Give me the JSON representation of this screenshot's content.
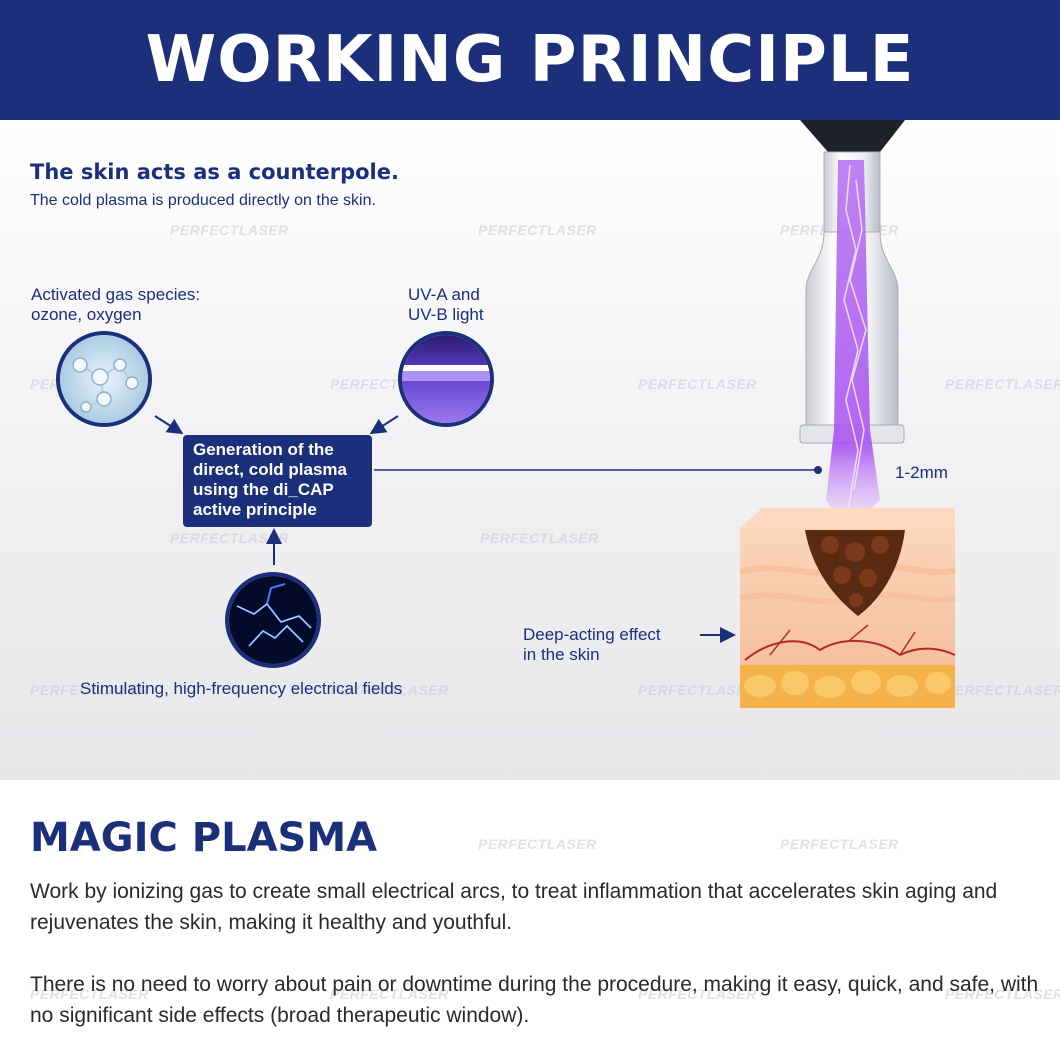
{
  "header": {
    "title": "WORKING PRINCIPLE"
  },
  "intro": {
    "title": "The skin acts as a counterpole.",
    "subtitle": "The cold plasma is produced directly on the skin."
  },
  "diagram": {
    "gas_label": "Activated gas species:\nozone, oxygen",
    "uv_label": "UV-A and\nUV-B light",
    "center_box": "Generation of the\ndirect, cold plasma\nusing the di_CAP\nactive principle",
    "electrical_label": "Stimulating, high-frequency electrical fields",
    "distance_label": "1-2mm",
    "deep_label": "Deep-acting effect\nin the skin",
    "watermark": "PERFECTLASER"
  },
  "magic": {
    "title": "MAGIC PLASMA",
    "paragraph1": "Work by ionizing gas to create small electrical arcs, to treat inflammation that accelerates skin aging and rejuvenates the skin, making it healthy and youthful.",
    "paragraph2": "There is no need to worry about pain or downtime during the procedure, making it easy, quick, and safe, with no significant side effects (broad therapeutic window)."
  },
  "colors": {
    "brand_navy": "#1b2f7a",
    "plasma_purple": "#a64df0"
  }
}
